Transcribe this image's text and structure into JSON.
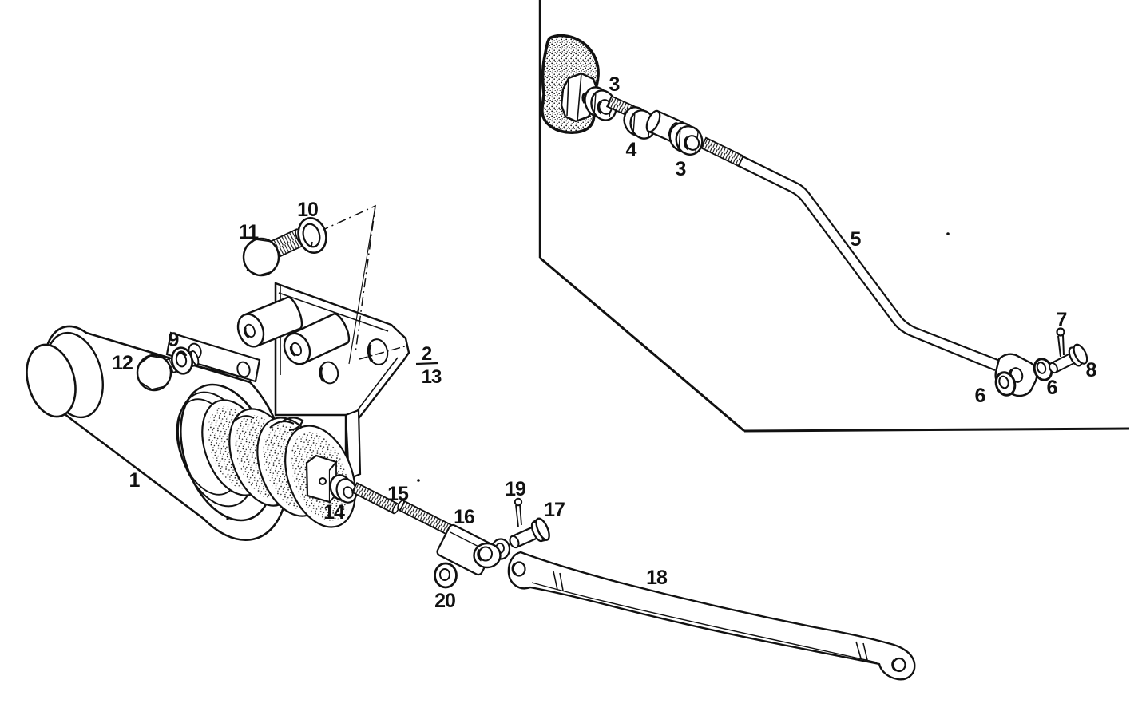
{
  "figure": {
    "kind": "exploded-parts-line-drawing",
    "background_color": "#ffffff",
    "line_color": "#1a1a1a"
  },
  "labels": {
    "part1": "1",
    "part2_numerator": "2",
    "part2_denominator": "13",
    "part3_upper": "3",
    "part3_lower": "3",
    "part4": "4",
    "part5": "5",
    "part6_left": "6",
    "part6_right": "6",
    "part7": "7",
    "part8": "8",
    "part9": "9",
    "part10": "10",
    "part11": "11",
    "part12": "12",
    "part14": "14",
    "part15": "15",
    "part16": "16",
    "part17": "17",
    "part18": "18",
    "part19": "19",
    "part20": "20"
  }
}
